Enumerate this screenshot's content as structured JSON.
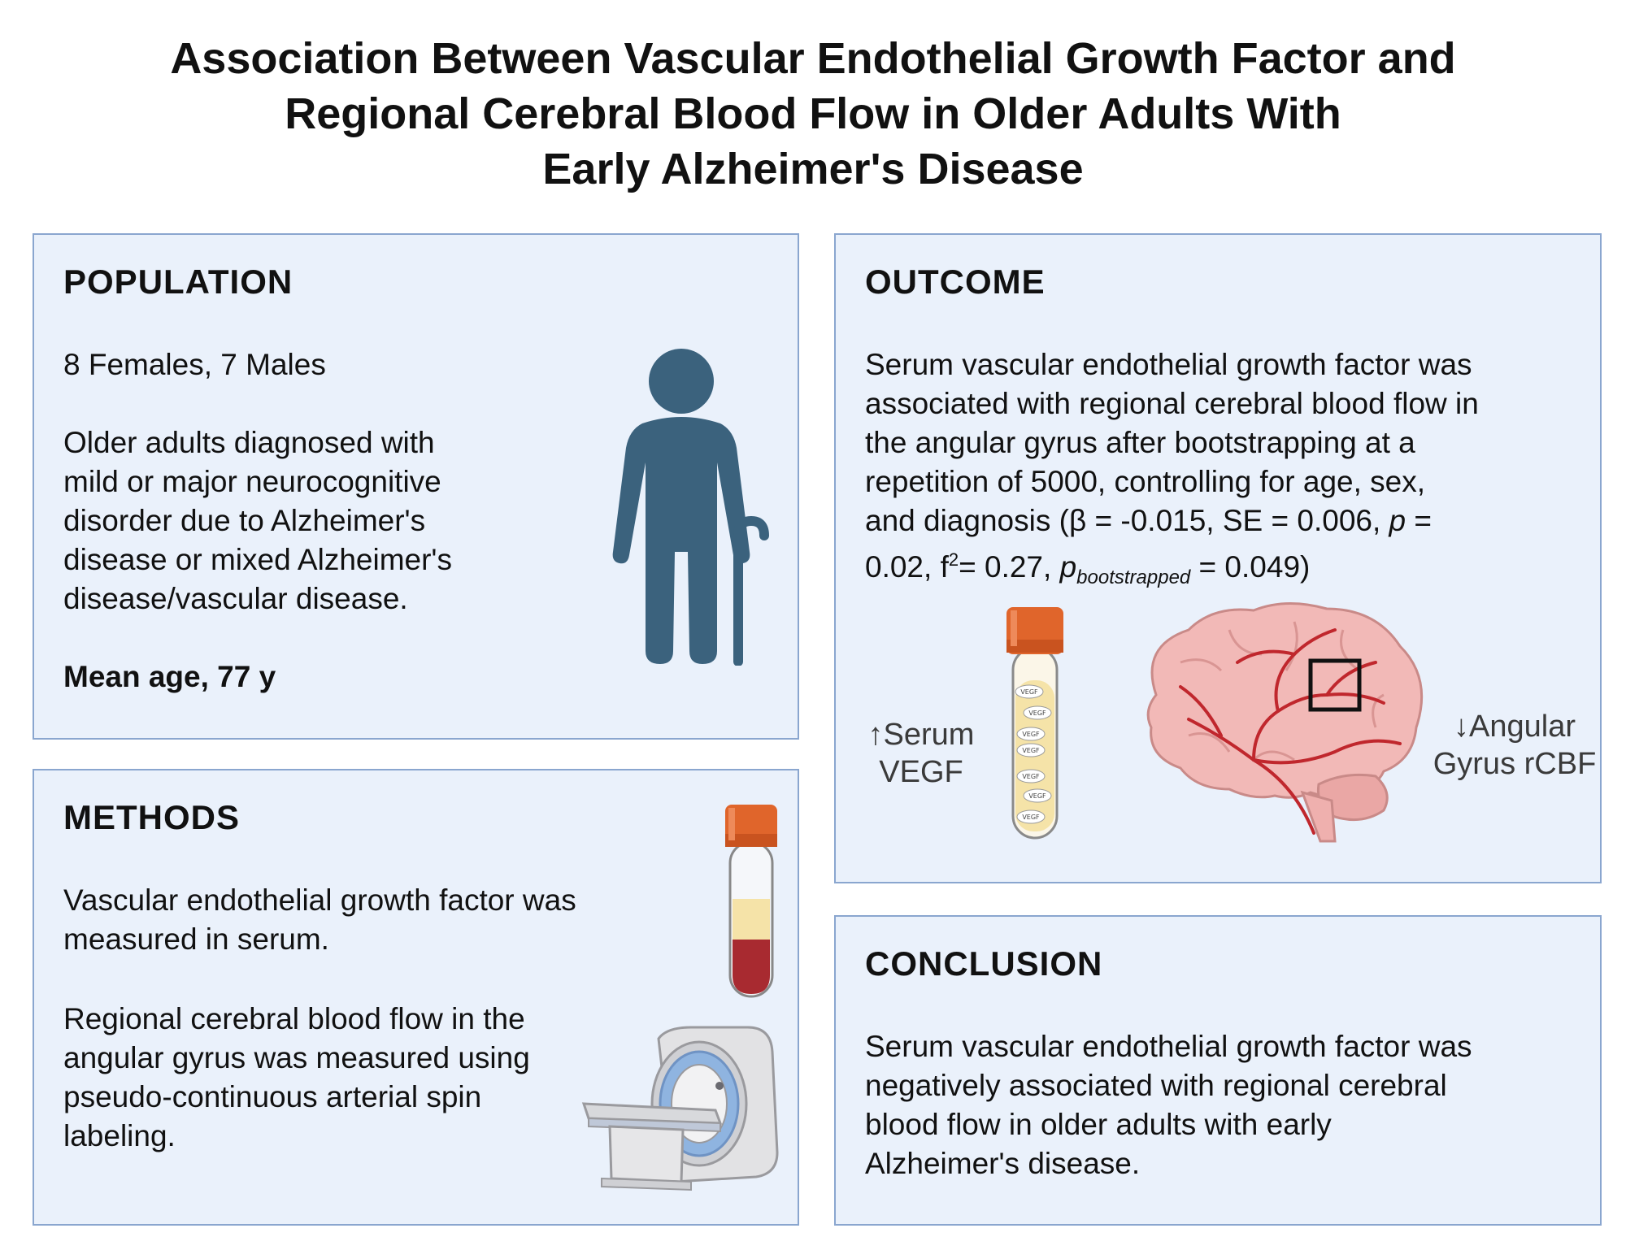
{
  "title": {
    "line1": "Association Between Vascular Endothelial Growth Factor and",
    "line2": "Regional Cerebral Blood Flow in Older Adults With",
    "line3": "Early Alzheimer's Disease"
  },
  "population": {
    "heading": "POPULATION",
    "counts": "8 Females, 7 Males",
    "description_lines": [
      "Older adults diagnosed with",
      "mild or major neurocognitive",
      "disorder due to Alzheimer's",
      "disease or mixed Alzheimer's",
      "disease/vascular disease."
    ],
    "mean_age": "Mean age, 77 y",
    "icon": "elderly-person-with-cane-icon"
  },
  "methods": {
    "heading": "METHODS",
    "para1_lines": [
      "Vascular endothelial growth factor was",
      "measured in serum."
    ],
    "para2_lines": [
      "Regional cerebral blood flow in the",
      "angular gyrus was measured using",
      "pseudo-continuous arterial spin",
      "labeling."
    ],
    "icons": [
      "blood-tube-icon",
      "mri-scanner-icon"
    ]
  },
  "outcome": {
    "heading": "OUTCOME",
    "lines": [
      "Serum vascular endothelial growth factor was",
      "associated with regional cerebral blood flow in",
      "the angular gyrus after bootstrapping at a",
      "repetition of 5000, controlling for age, sex,"
    ],
    "line5_a": "and diagnosis (β = -0.015, SE = 0.006, ",
    "line5_p": "p",
    "line5_b": " =",
    "line6_a": "0.02, f",
    "line6_sup": "2",
    "line6_b": "= 0.27, ",
    "line6_p": "p",
    "line6_sub": "bootstrapped",
    "line6_c": " = 0.049)",
    "serum_label_1": "↑Serum",
    "serum_label_2": "VEGF",
    "gyrus_label_1": "↓Angular",
    "gyrus_label_2": "Gyrus rCBF",
    "tube_labels": [
      "VEGF",
      "VEGF",
      "VEGF",
      "VEGF",
      "VEGF",
      "VEGF",
      "VEGF"
    ],
    "icons": [
      "vegf-tube-icon",
      "brain-icon"
    ]
  },
  "conclusion": {
    "heading": "CONCLUSION",
    "lines": [
      "Serum vascular endothelial growth factor was",
      "negatively associated with regional cerebral",
      "blood flow in older adults with early",
      "Alzheimer's disease."
    ]
  },
  "colors": {
    "panel_bg": "#eaf1fb",
    "panel_border": "#8aa6cf",
    "person": "#3b627d",
    "cap": "#e0652b",
    "serum": "#f5e3a8",
    "blood": "#a82a30",
    "brain": "#f2b9b7",
    "vessel": "#c0272d"
  }
}
